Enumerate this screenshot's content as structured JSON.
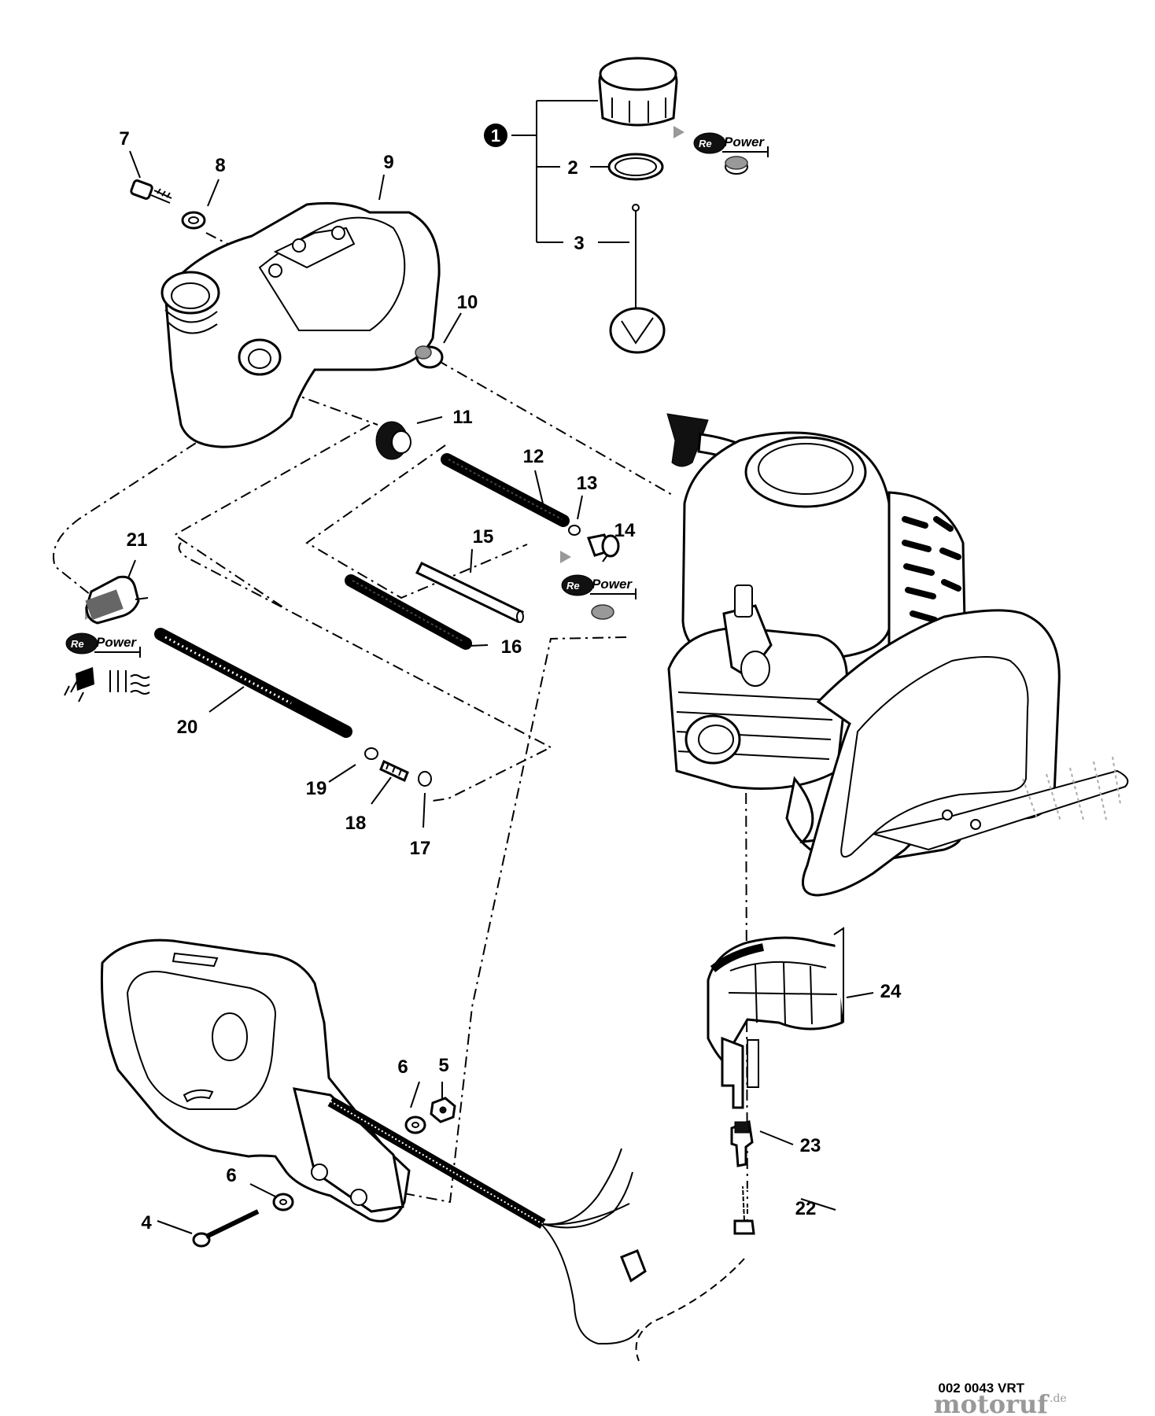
{
  "callouts": {
    "c1": "1",
    "c2": "2",
    "c3": "3",
    "c4": "4",
    "c5": "5",
    "c6a": "6",
    "c6b": "6",
    "c7": "7",
    "c8": "8",
    "c9": "9",
    "c10": "10",
    "c11": "11",
    "c12": "12",
    "c13": "13",
    "c14": "14",
    "c15": "15",
    "c16": "16",
    "c17": "17",
    "c18": "18",
    "c19": "19",
    "c20": "20",
    "c21": "21",
    "c22": "22",
    "c23": "23",
    "c24": "24"
  },
  "badges": {
    "b1": {
      "re": "Re",
      "power": "Power"
    },
    "b2": {
      "re": "Re",
      "power": "Power"
    },
    "b3": {
      "re": "Re",
      "power": "Power"
    }
  },
  "footer": {
    "code": "002 0043 VRT",
    "site": "motoruf",
    "tld": ".de"
  },
  "icons": [
    "spark-plug-icon",
    "heat-icon"
  ]
}
